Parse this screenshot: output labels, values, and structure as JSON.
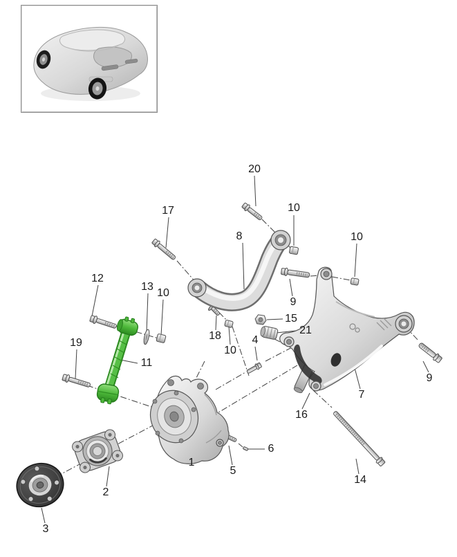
{
  "diagram": {
    "kind": "exploded-parts-diagram",
    "highlighted_part": "11"
  },
  "colors": {
    "background": "#ffffff",
    "part_outline": "#4e4e4e",
    "highlight_green": "#4db83a",
    "highlight_green_dark": "#2c8a20",
    "callout_text": "#1a1a1a",
    "centerline": "#3f3f3f"
  },
  "callouts": {
    "c20": "20",
    "c10a": "10",
    "c17": "17",
    "c8": "8",
    "c10b": "10",
    "c12": "12",
    "c13": "13",
    "c10c": "10",
    "c9a": "9",
    "c15": "15",
    "c21": "21",
    "c4": "4",
    "c18": "18",
    "c10d": "10",
    "c19": "19",
    "c11": "11",
    "c7": "7",
    "c9b": "9",
    "c16": "16",
    "c1": "1",
    "c5": "5",
    "c6": "6",
    "c2": "2",
    "c3": "3",
    "c14": "14"
  }
}
